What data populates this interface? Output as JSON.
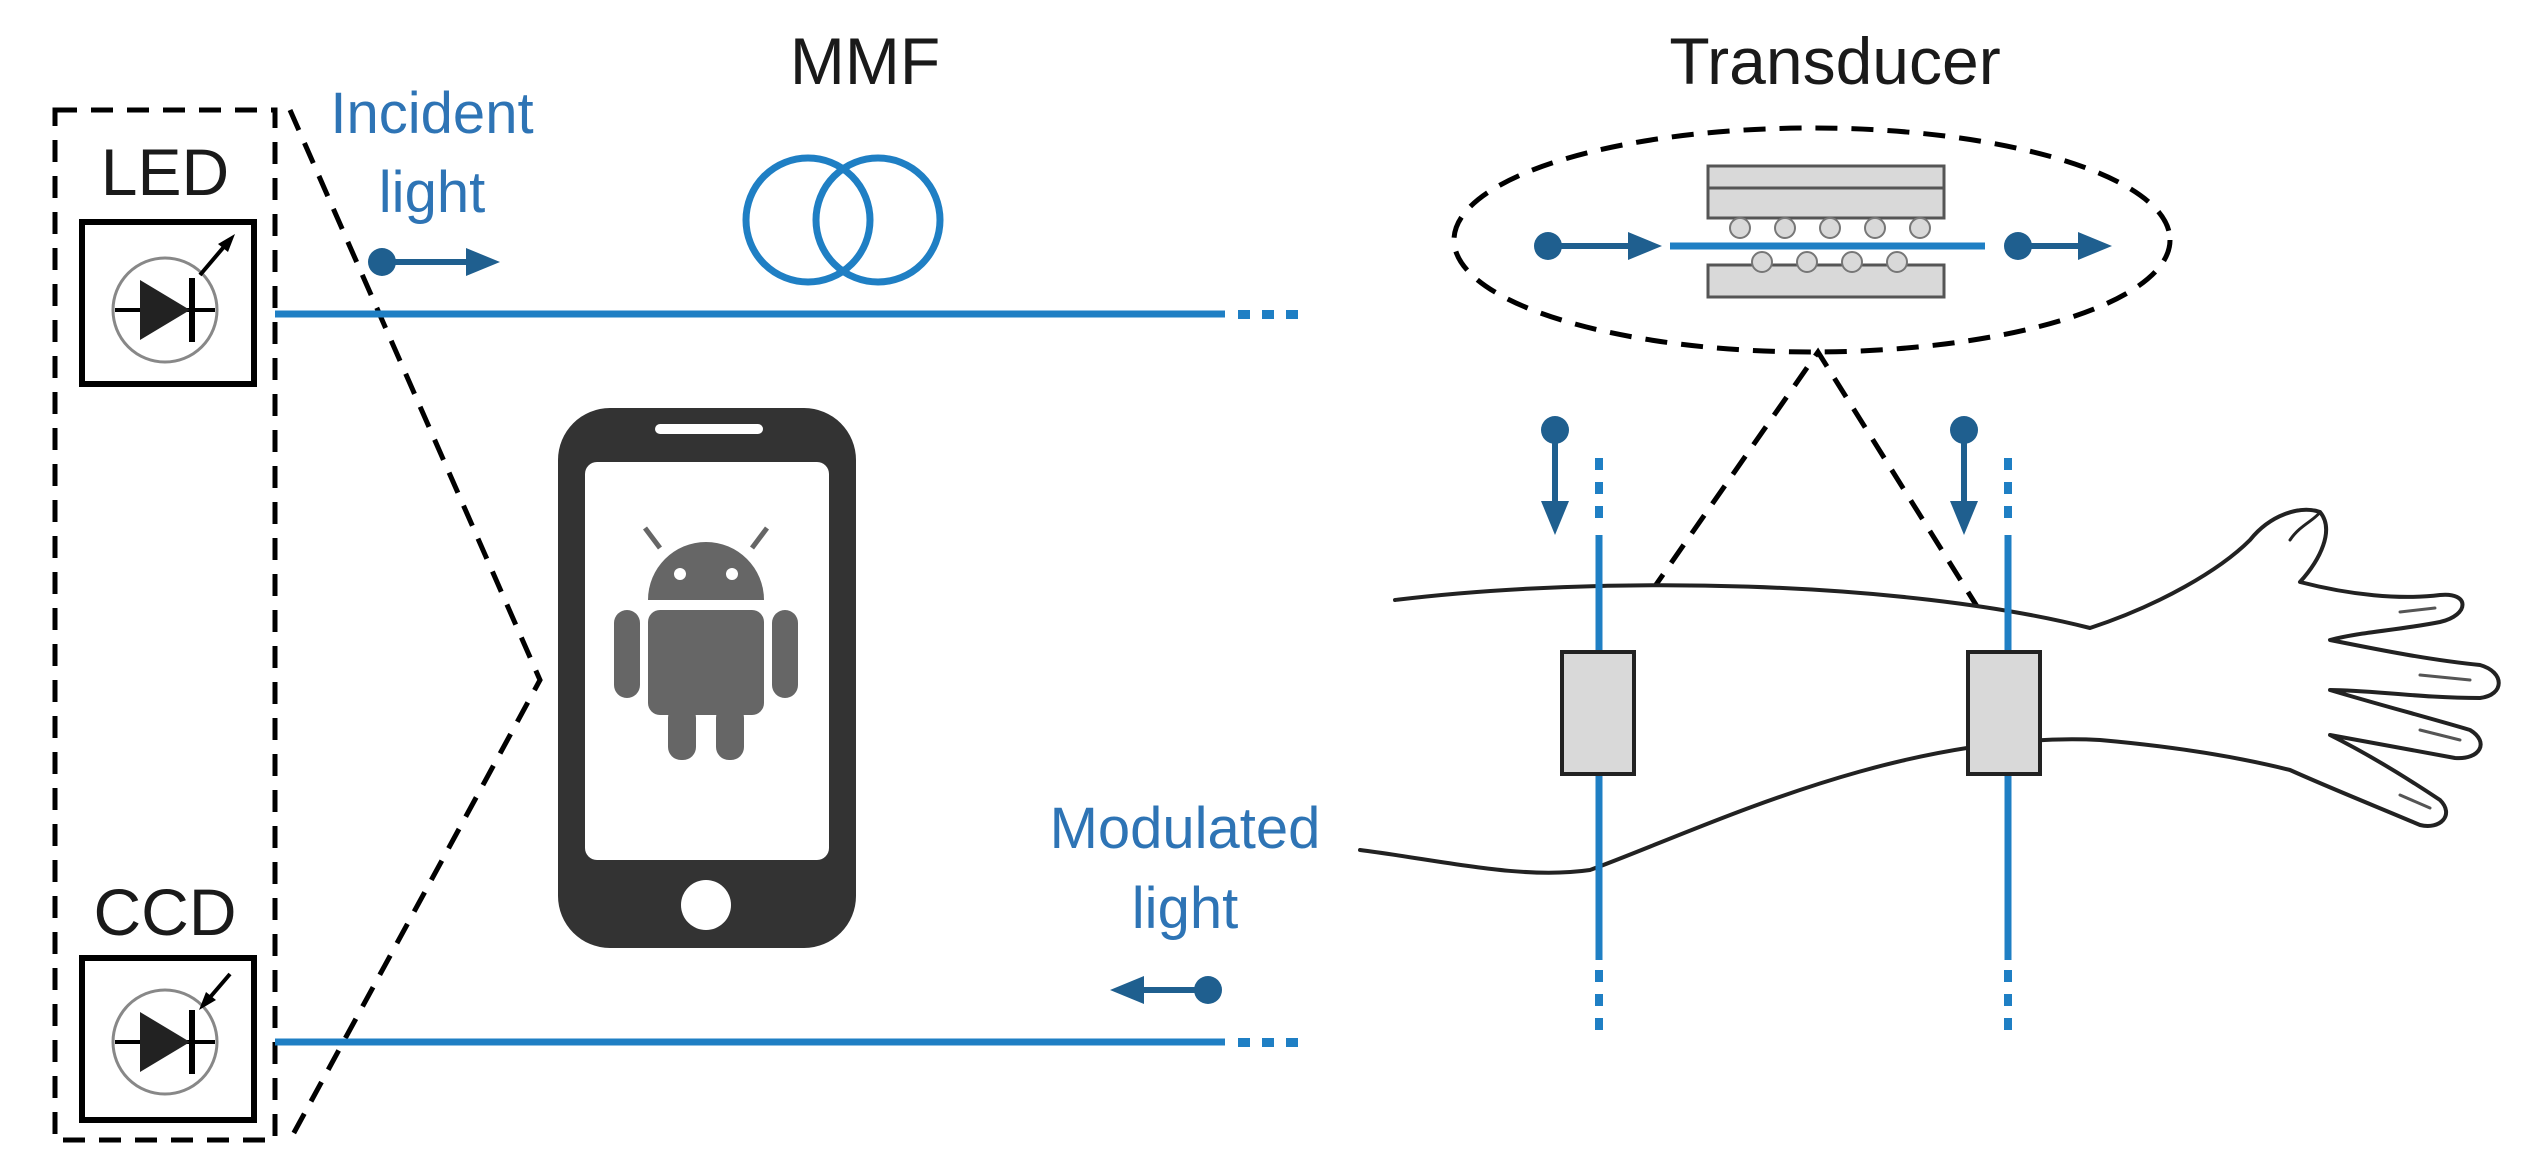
{
  "labels": {
    "mmf": "MMF",
    "transducer": "Transducer",
    "led": "LED",
    "ccd": "CCD",
    "incident_line1": "Incident",
    "incident_line2": "light",
    "modulated_line1": "Modulated",
    "modulated_line2": "light"
  },
  "colors": {
    "fiber": "#1f7fc4",
    "blue_text": "#2e74b5",
    "arrow": "#1f5f8f",
    "phone": "#333333",
    "android": "#666666",
    "sensor_fill": "#d9d9d9"
  },
  "icons": {
    "source": "led-diode-icon",
    "detector": "ccd-photodiode-icon",
    "device": "smartphone-icon",
    "os": "android-robot-icon",
    "body": "forearm-hand-icon"
  }
}
